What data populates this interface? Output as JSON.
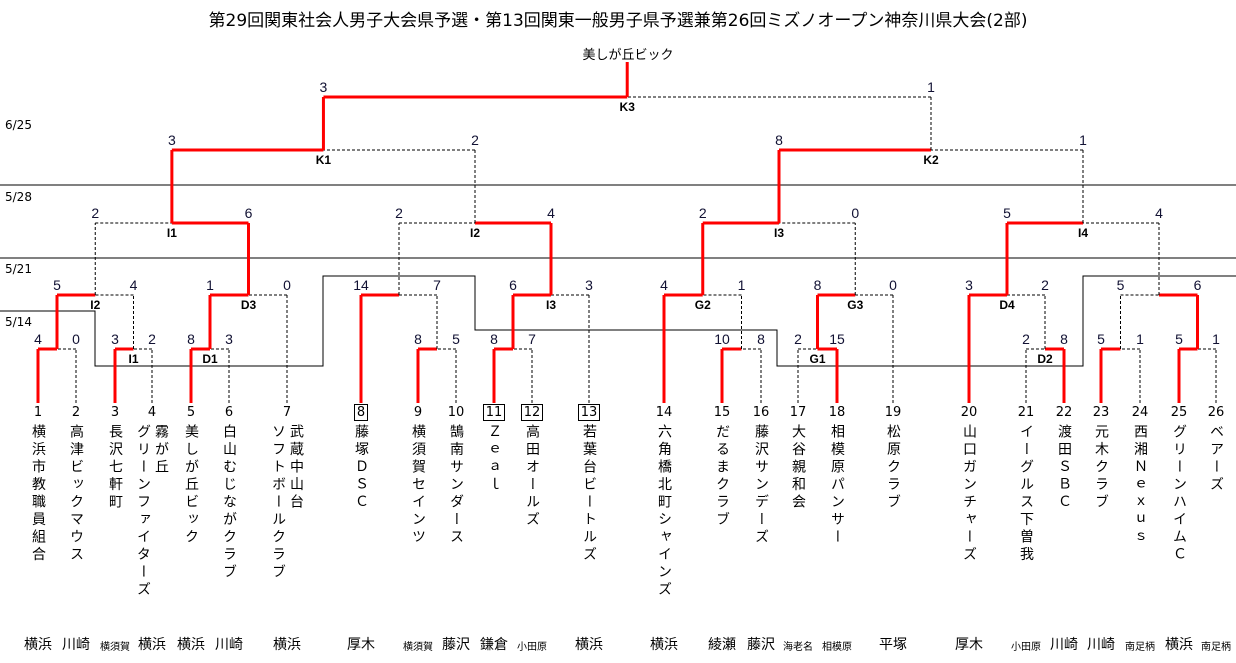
{
  "title": "第29回関東社会人男子大会県予選・第13回関東一般男子県予選兼第26回ミズノオープン神奈川県大会(2部)",
  "champion": "美しが丘ビック",
  "dates": [
    "6/25",
    "5/28",
    "5/21",
    "5/14"
  ],
  "colors": {
    "winner": "#ff0000",
    "line": "#000000"
  },
  "teams": [
    {
      "no": "1",
      "name": "横浜市教職員組合",
      "region": "横浜",
      "boxed": false
    },
    {
      "no": "2",
      "name": "高津ビックマウス",
      "region": "川崎",
      "boxed": false
    },
    {
      "no": "3",
      "name": "長沢七軒町",
      "region": "横須賀",
      "boxed": false
    },
    {
      "no": "4",
      "name": "霧が丘\nグリーンファイターズ",
      "region": "横浜",
      "boxed": false
    },
    {
      "no": "5",
      "name": "美しが丘ビック",
      "region": "横浜",
      "boxed": false
    },
    {
      "no": "6",
      "name": "白山むじながクラブ",
      "region": "川崎",
      "boxed": false
    },
    {
      "no": "7",
      "name": "武蔵中山台\nソフトボールクラブ",
      "region": "横浜",
      "boxed": false
    },
    {
      "no": "8",
      "name": "藤塚ＤＳＣ",
      "region": "厚木",
      "boxed": true
    },
    {
      "no": "9",
      "name": "横須賀セインツ",
      "region": "横須賀",
      "boxed": false
    },
    {
      "no": "10",
      "name": "鵠南サンダース",
      "region": "藤沢",
      "boxed": false
    },
    {
      "no": "11",
      "name": "Ｚｅａｌ",
      "region": "鎌倉",
      "boxed": true
    },
    {
      "no": "12",
      "name": "高田オールズ",
      "region": "小田原",
      "boxed": true
    },
    {
      "no": "13",
      "name": "若葉台ビートルズ",
      "region": "横浜",
      "boxed": true
    },
    {
      "no": "14",
      "name": "六角橋北町シャインズ",
      "region": "横浜",
      "boxed": false
    },
    {
      "no": "15",
      "name": "だるまクラブ",
      "region": "綾瀬",
      "boxed": false
    },
    {
      "no": "16",
      "name": "藤沢サンデーズ",
      "region": "藤沢",
      "boxed": false
    },
    {
      "no": "17",
      "name": "大谷親和会",
      "region": "海老名",
      "boxed": false
    },
    {
      "no": "18",
      "name": "相模原パンサー",
      "region": "相模原",
      "boxed": false
    },
    {
      "no": "19",
      "name": "松原クラブ",
      "region": "平塚",
      "boxed": false
    },
    {
      "no": "20",
      "name": "山口ガンチャーズ",
      "region": "厚木",
      "boxed": false
    },
    {
      "no": "21",
      "name": "イーグルス下曽我",
      "region": "小田原",
      "boxed": false
    },
    {
      "no": "22",
      "name": "渡田ＳＢＣ",
      "region": "川崎",
      "boxed": false
    },
    {
      "no": "23",
      "name": "元木クラブ",
      "region": "川崎",
      "boxed": false
    },
    {
      "no": "24",
      "name": "西湘Ｎｅｘｕｓ",
      "region": "南足柄",
      "boxed": false
    },
    {
      "no": "25",
      "name": "グリーンハイムＣ",
      "region": "横浜",
      "boxed": false
    },
    {
      "no": "26",
      "name": "ベアーズ",
      "region": "南足柄",
      "boxed": false
    }
  ],
  "matches": [
    {
      "id": "r1a",
      "label": "",
      "round": 1,
      "a": "t1",
      "b": "t2",
      "sa": "4",
      "sb": "0",
      "winner": "a"
    },
    {
      "id": "r1b",
      "label": "I1",
      "round": 1,
      "a": "t3",
      "b": "t4",
      "sa": "3",
      "sb": "2",
      "winner": "a"
    },
    {
      "id": "r1c",
      "label": "D1",
      "round": 1,
      "a": "t5",
      "b": "t6",
      "sa": "8",
      "sb": "3",
      "winner": "a"
    },
    {
      "id": "r1d",
      "label": "",
      "round": 1,
      "a": "t9",
      "b": "t10",
      "sa": "8",
      "sb": "5",
      "winner": "a"
    },
    {
      "id": "r1e",
      "label": "",
      "round": 1,
      "a": "t11",
      "b": "t12",
      "sa": "8",
      "sb": "7",
      "winner": "a"
    },
    {
      "id": "r1f",
      "label": "",
      "round": 1,
      "a": "t15",
      "b": "t16",
      "sa": "10",
      "sb": "8",
      "winner": "a"
    },
    {
      "id": "r1g",
      "label": "G1",
      "round": 1,
      "a": "t17",
      "b": "t18",
      "sa": "2",
      "sb": "15",
      "winner": "b"
    },
    {
      "id": "r1h",
      "label": "D2",
      "round": 1,
      "a": "t21",
      "b": "t22",
      "sa": "2",
      "sb": "8",
      "winner": "b"
    },
    {
      "id": "r1i",
      "label": "",
      "round": 1,
      "a": "t23",
      "b": "t24",
      "sa": "5",
      "sb": "1",
      "winner": "a"
    },
    {
      "id": "r1j",
      "label": "",
      "round": 1,
      "a": "t25",
      "b": "t26",
      "sa": "5",
      "sb": "1",
      "winner": "a"
    },
    {
      "id": "r2a",
      "label": "I2",
      "round": 2,
      "a": "r1a",
      "b": "r1b",
      "sa": "5",
      "sb": "4",
      "winner": "a"
    },
    {
      "id": "r2b",
      "label": "D3",
      "round": 2,
      "a": "r1c",
      "b": "t7",
      "sa": "1",
      "sb": "0",
      "winner": "a"
    },
    {
      "id": "r2c",
      "label": "",
      "round": 2,
      "a": "t8",
      "b": "r1d",
      "sa": "14",
      "sb": "7",
      "winner": "a"
    },
    {
      "id": "r2d",
      "label": "I3",
      "round": 2,
      "a": "r1e",
      "b": "t13",
      "sa": "6",
      "sb": "3",
      "winner": "a"
    },
    {
      "id": "r2e",
      "label": "G2",
      "round": 2,
      "a": "t14",
      "b": "r1f",
      "sa": "4",
      "sb": "1",
      "winner": "a"
    },
    {
      "id": "r2f",
      "label": "G3",
      "round": 2,
      "a": "r1g",
      "b": "t19",
      "sa": "8",
      "sb": "0",
      "winner": "a"
    },
    {
      "id": "r2g",
      "label": "D4",
      "round": 2,
      "a": "t20",
      "b": "r1h",
      "sa": "3",
      "sb": "2",
      "winner": "a"
    },
    {
      "id": "r2h",
      "label": "",
      "round": 2,
      "a": "r1i",
      "b": "r1j",
      "sa": "5",
      "sb": "6",
      "winner": "b"
    },
    {
      "id": "r3a",
      "label": "I1",
      "round": 3,
      "a": "r2a",
      "b": "r2b",
      "sa": "2",
      "sb": "6",
      "winner": "b"
    },
    {
      "id": "r3b",
      "label": "I2",
      "round": 3,
      "a": "r2c",
      "b": "r2d",
      "sa": "2",
      "sb": "4",
      "winner": "b"
    },
    {
      "id": "r3c",
      "label": "I3",
      "round": 3,
      "a": "r2e",
      "b": "r2f",
      "sa": "2",
      "sb": "0",
      "winner": "a"
    },
    {
      "id": "r3d",
      "label": "I4",
      "round": 3,
      "a": "r2g",
      "b": "r2h",
      "sa": "5",
      "sb": "4",
      "winner": "a"
    },
    {
      "id": "r4a",
      "label": "K1",
      "round": 4,
      "a": "r3a",
      "b": "r3b",
      "sa": "3",
      "sb": "2",
      "winner": "a"
    },
    {
      "id": "r4b",
      "label": "K2",
      "round": 4,
      "a": "r3c",
      "b": "r3d",
      "sa": "8",
      "sb": "1",
      "winner": "a"
    },
    {
      "id": "r5",
      "label": "K3",
      "round": 5,
      "a": "r4a",
      "b": "r4b",
      "sa": "3",
      "sb": "1",
      "winner": "a"
    }
  ]
}
